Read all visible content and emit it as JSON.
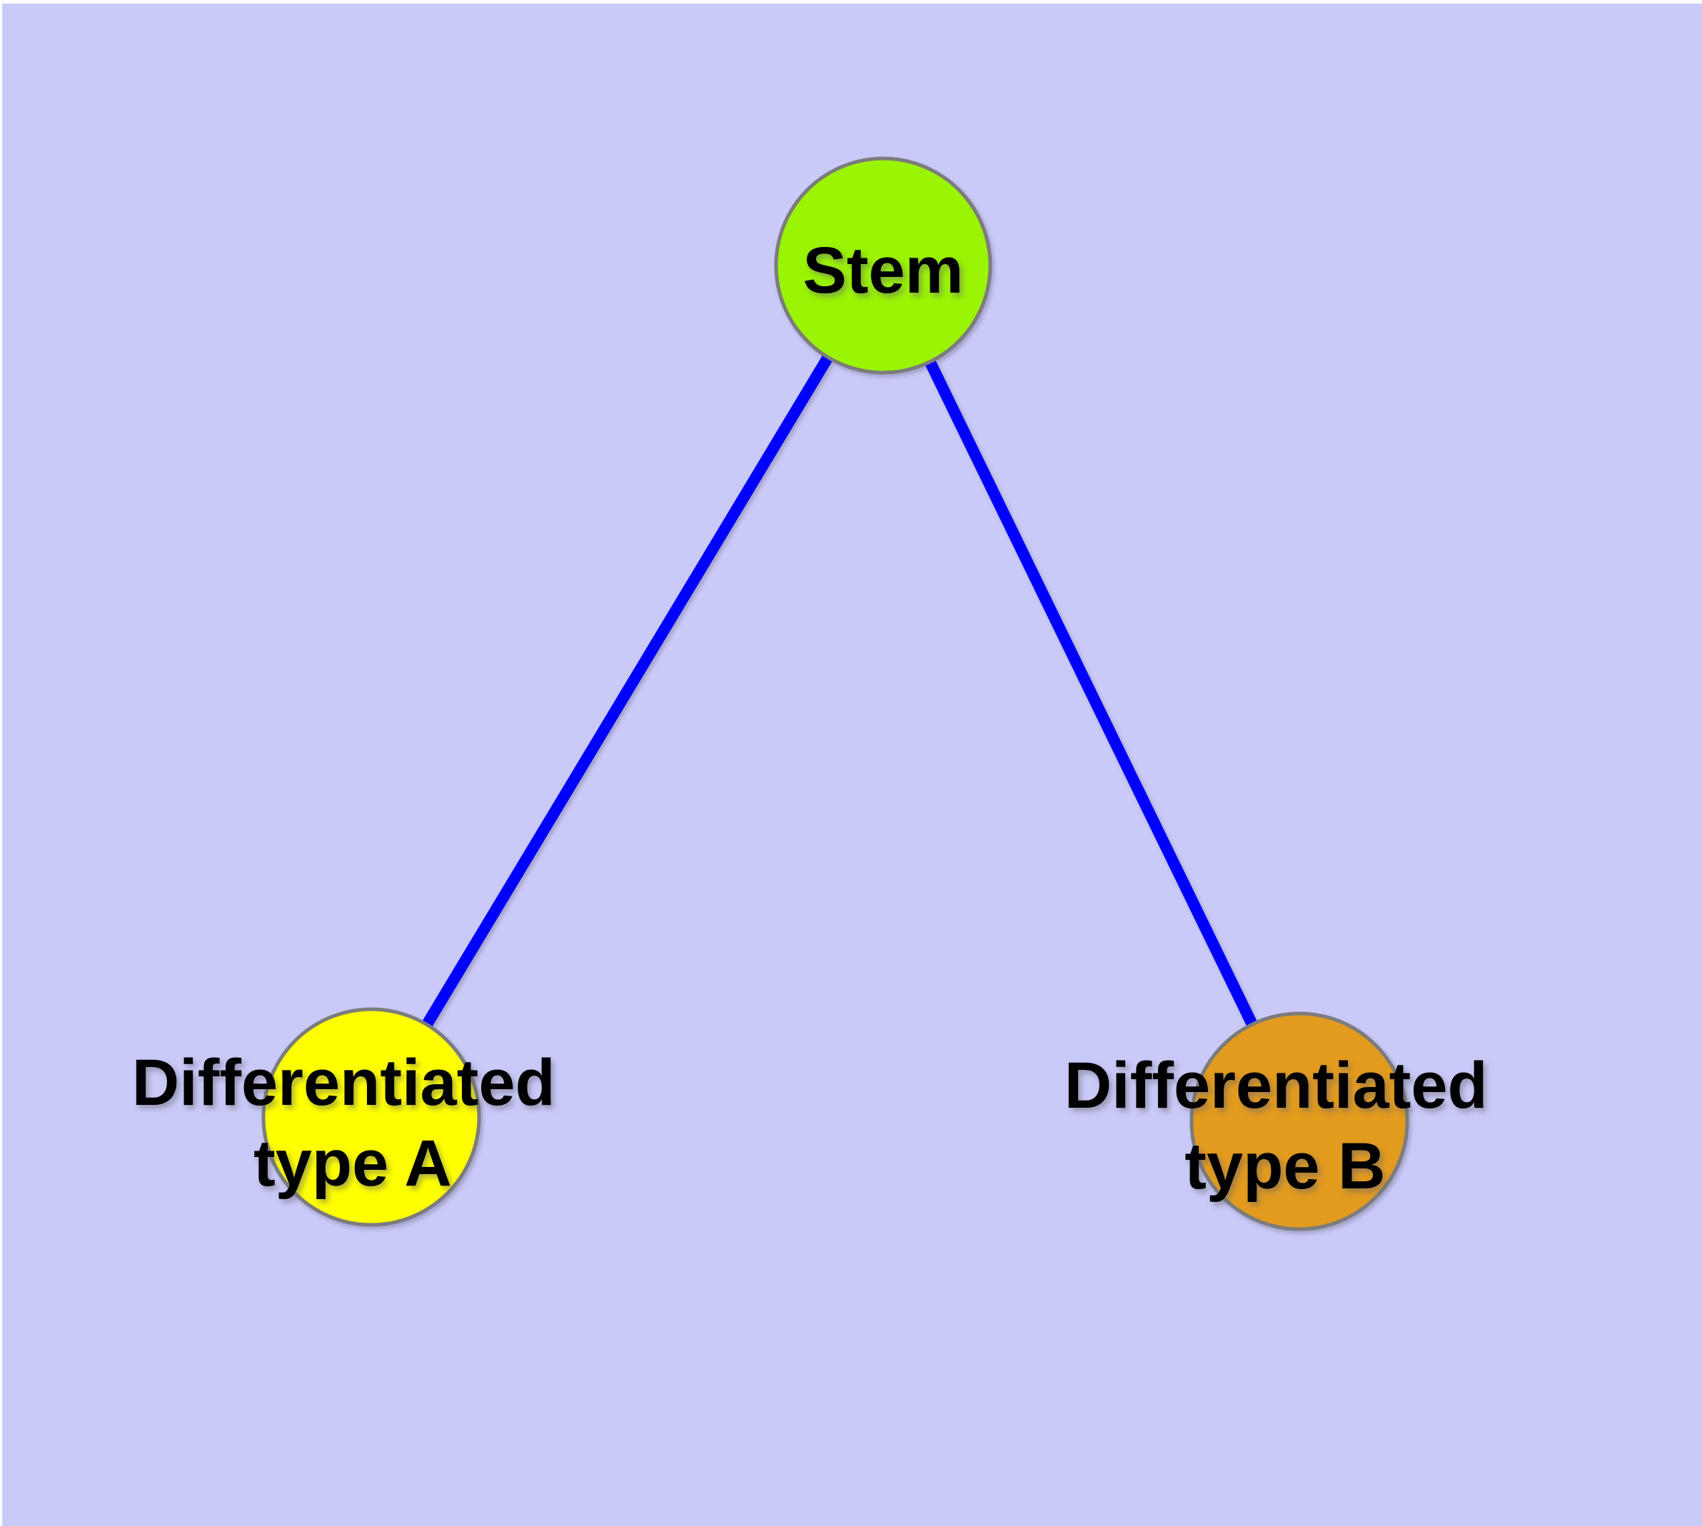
{
  "diagram": {
    "type": "node-link-graph",
    "description": "Cell differentiation hierarchy: a Stem node connected to two differentiated cell type nodes",
    "background_color": "#cacaf9",
    "page_margin_color": "#ffffff",
    "node_border_color": "#7c7c7c",
    "label_color": "#000000",
    "edge_color": "#0000ff",
    "nodes": [
      {
        "id": "stem",
        "label": "Stem",
        "color": "#9af404"
      },
      {
        "id": "differentiated-type-a",
        "label_line1": "Differentiated",
        "label_line2": "type A",
        "color": "#ffff00"
      },
      {
        "id": "differentiated-type-b",
        "label_line1": "Differentiated",
        "label_line2": "type B",
        "color": "#e39b1e"
      }
    ],
    "edges": [
      {
        "from": "stem",
        "to": "differentiated-type-a",
        "color": "#0000ff"
      },
      {
        "from": "stem",
        "to": "differentiated-type-b",
        "color": "#0000ff"
      }
    ]
  }
}
